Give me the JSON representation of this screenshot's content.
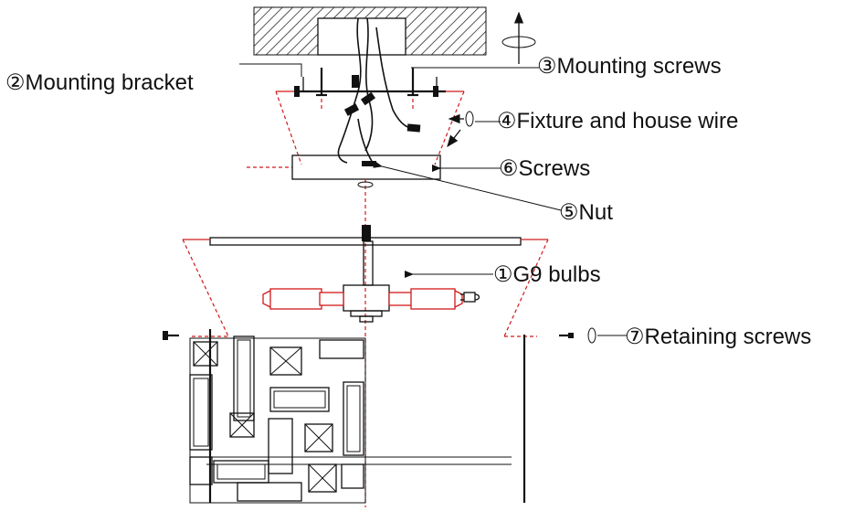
{
  "labels": {
    "bulbs": "①G9 bulbs",
    "bracket": "②Mounting bracket",
    "mounting_screws": "③Mounting screws",
    "wire": "④Fixture and house wire",
    "nut": "⑤Nut",
    "screws": "⑥Screws",
    "retaining_screws": "⑦Retaining screws"
  },
  "colors": {
    "ink": "#111111",
    "guide": "#d11a1a"
  }
}
